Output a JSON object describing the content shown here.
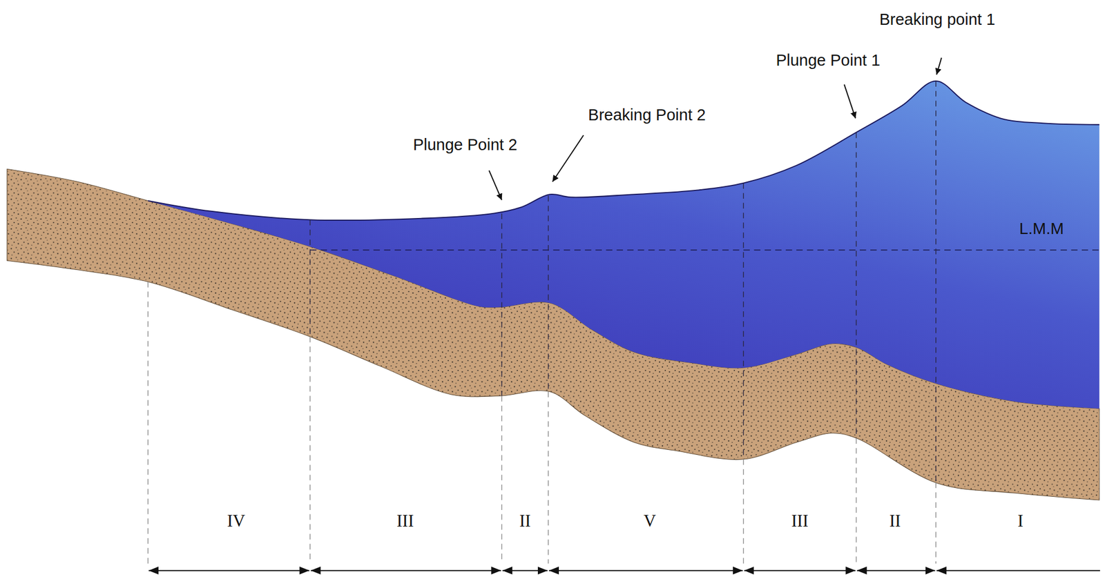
{
  "diagram": {
    "labels": [
      "Breaking point 1",
      "Plunge Point 1",
      "Breaking Point 2",
      "Plunge Point 2",
      "L.M.M",
      "IV",
      "III",
      "II",
      "V",
      "III",
      "II",
      "I"
    ]
  }
}
